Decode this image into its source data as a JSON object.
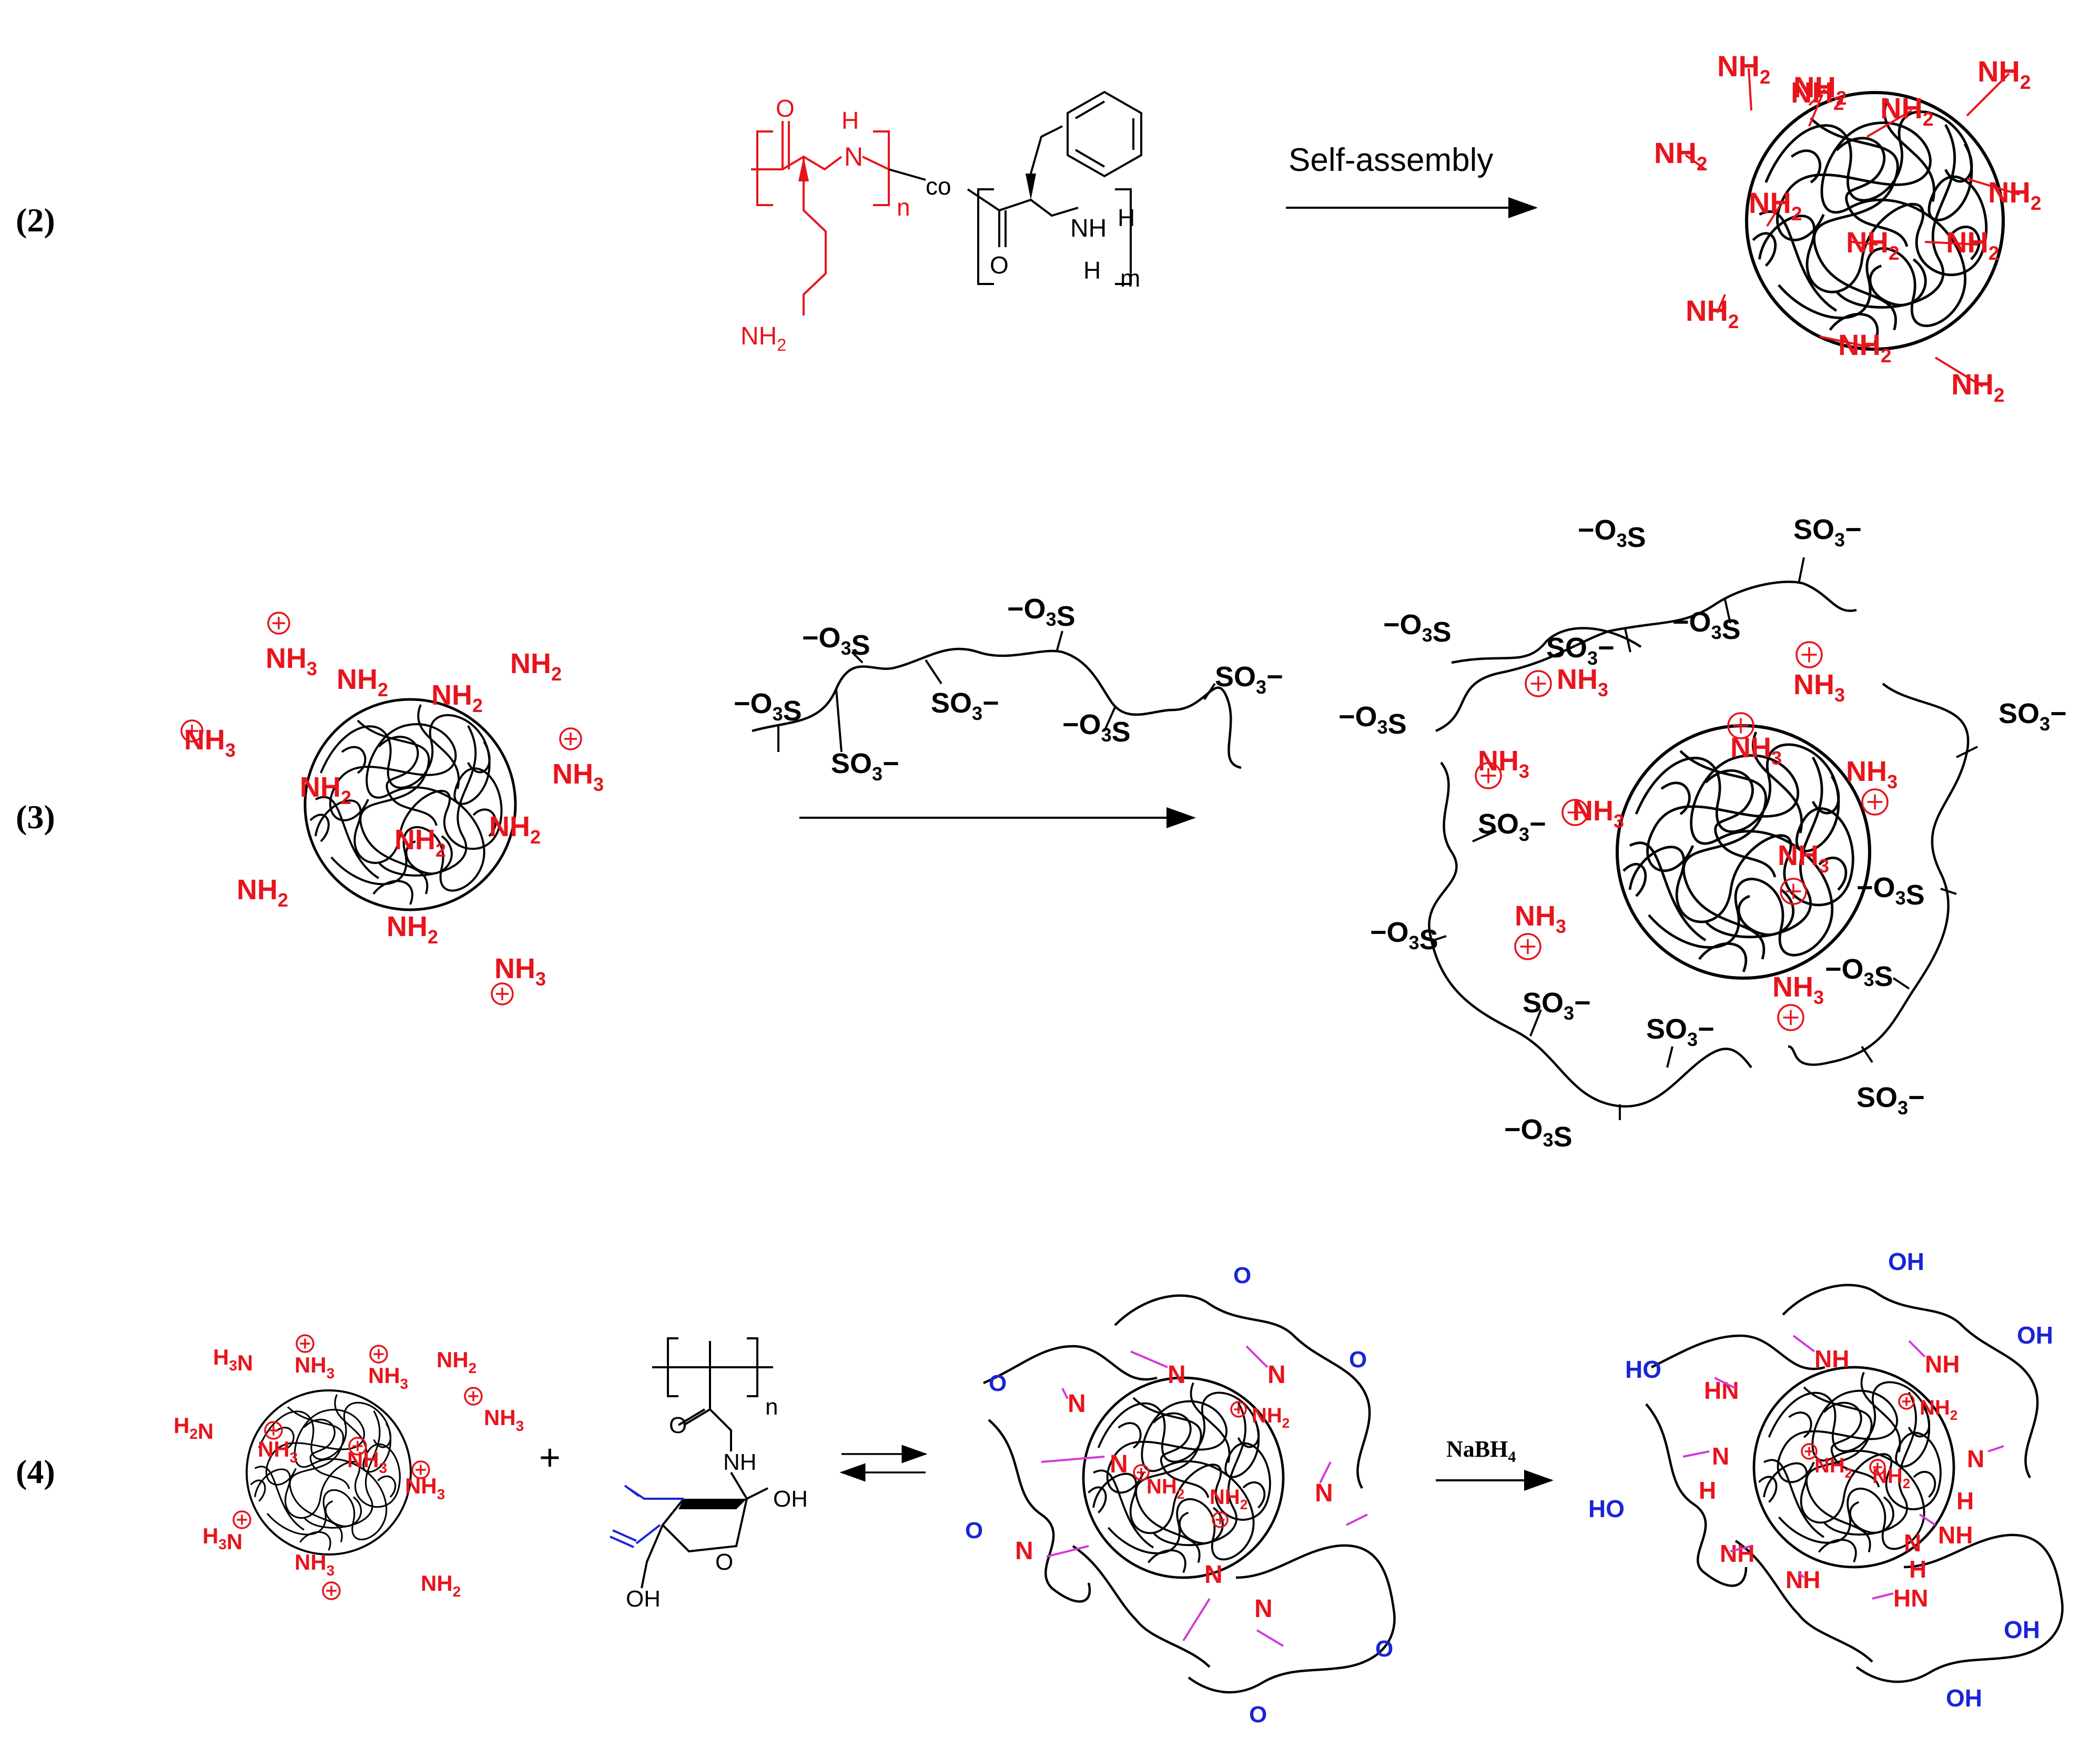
{
  "rows": [
    {
      "label": "(2)"
    },
    {
      "label": "(3)"
    },
    {
      "label": "(4)"
    }
  ],
  "row2": {
    "arrow_label": "Self-assembly",
    "monomer": {
      "carbonyl_o": "O",
      "amide_h": "H",
      "amide_n": "N",
      "n_sub": "n",
      "co": "co",
      "carbonyl_o2": "O",
      "nh": "NH",
      "h": "H",
      "m_sub": "m",
      "side_amine": "NH",
      "side_amine_sub": "2"
    },
    "particle_label": "NH",
    "particle_sub": "2"
  },
  "row3": {
    "amine_label": "NH",
    "sub2": "2",
    "sub3": "3",
    "sulfonate": "SO",
    "sulfonate_sub": "3",
    "sulfonate_left": "O",
    "sulfonate_left_s": "S",
    "charge_neg": "−",
    "charge_pos": "+"
  },
  "row4": {
    "plus_sign": "+",
    "reagent": "NaBH",
    "reagent_sub": "4",
    "aldehyde_o": "O",
    "imine_n": "N",
    "amine_nh": "NH",
    "amine_hn": "HN",
    "hydroxyl": "OH",
    "hydroxyl_left": "HO",
    "h2n": "H",
    "monomer_o": "O",
    "monomer_nh": "NH",
    "monomer_oh": "OH",
    "monomer_ring_o": "O",
    "n_sub": "n",
    "h_label": "H"
  },
  "colors": {
    "amine": "#e8141c",
    "aldehyde": "#1a24d6",
    "imine": "#d23ad8",
    "backbone": "#000000"
  }
}
